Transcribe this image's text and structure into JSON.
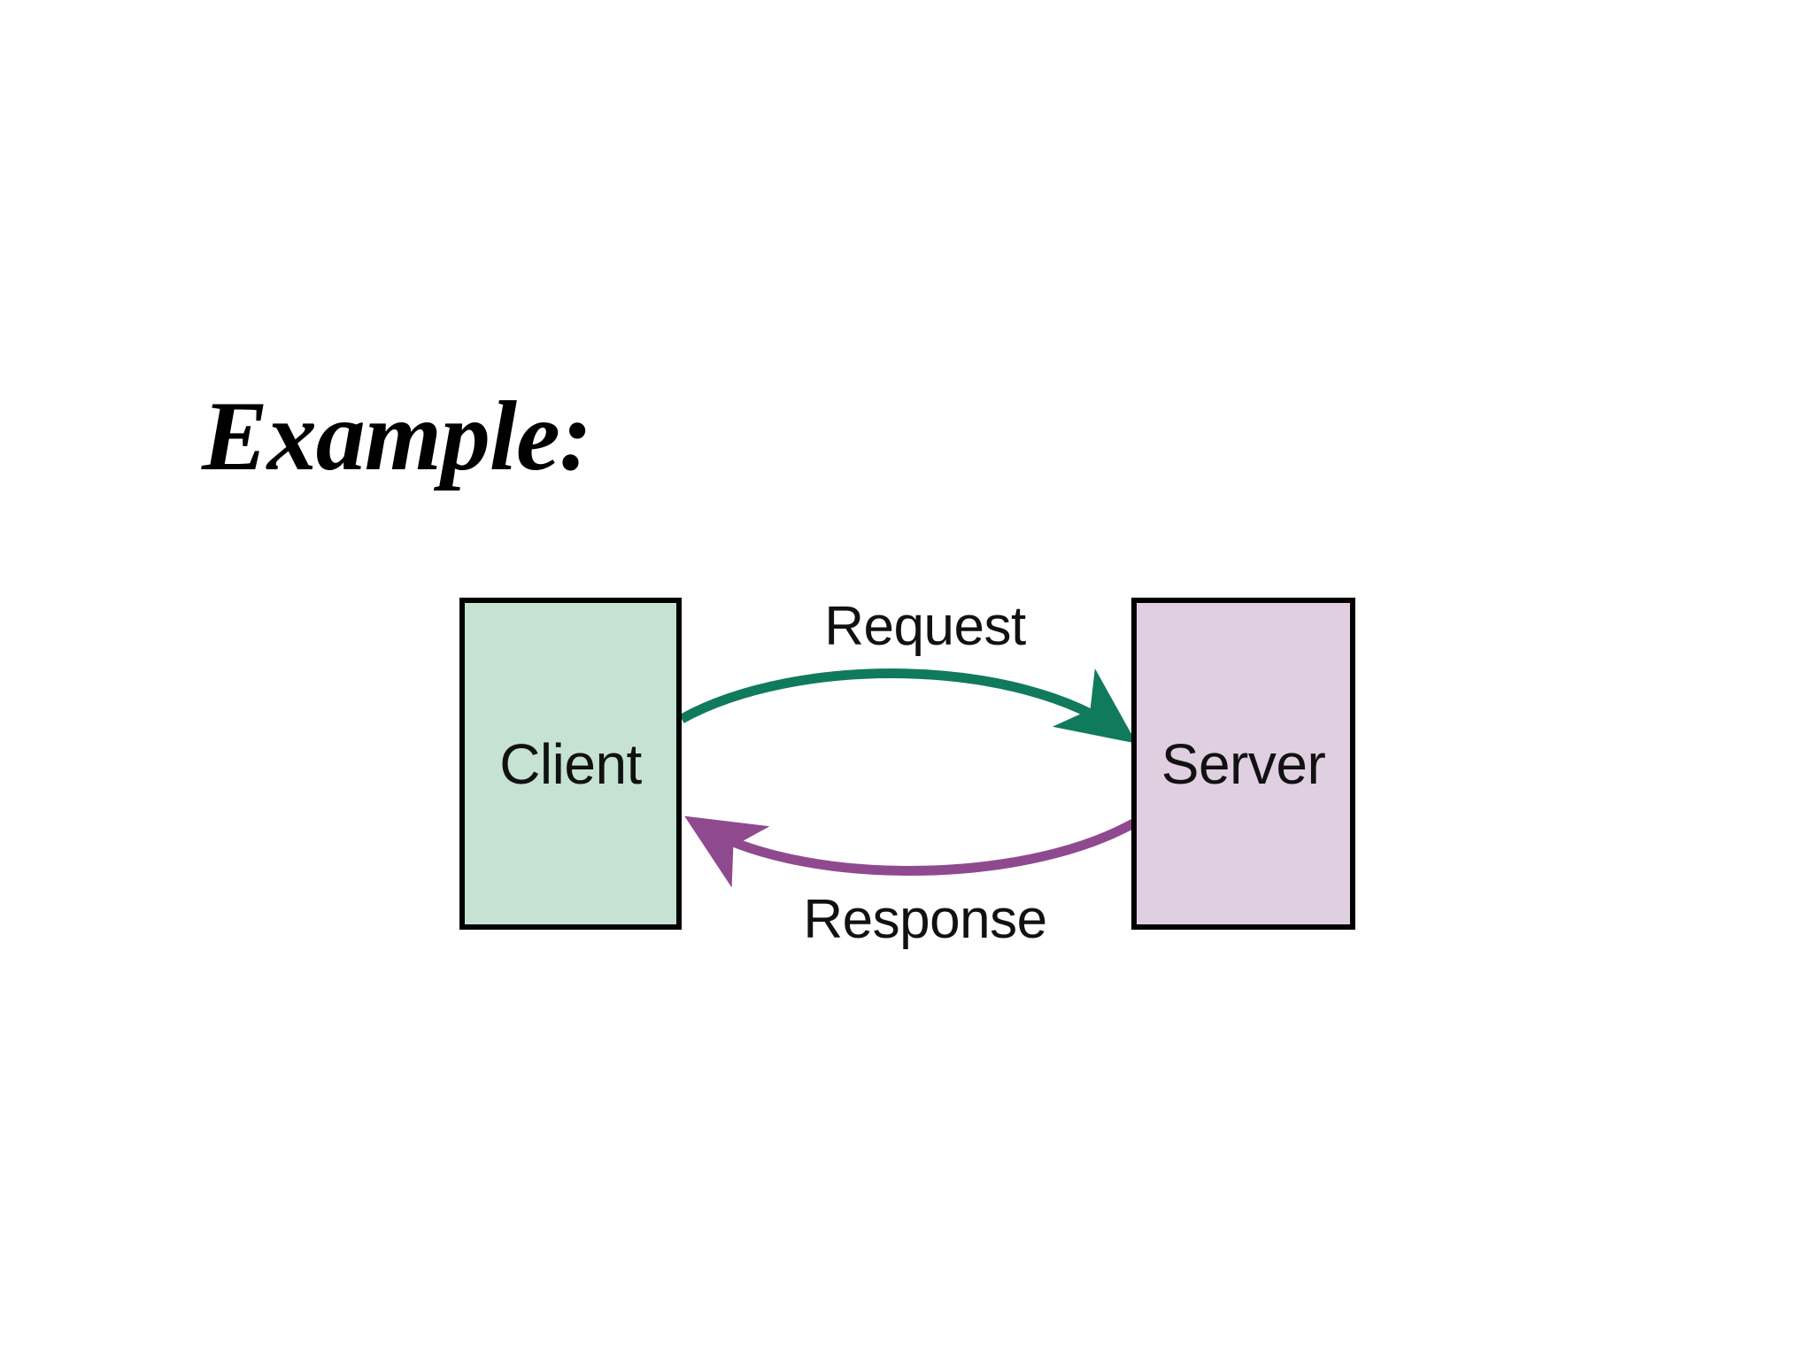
{
  "slide": {
    "title": "Example:",
    "background_color": "#ffffff"
  },
  "diagram": {
    "type": "sequence-exchange",
    "nodes": [
      {
        "id": "client",
        "label": "Client",
        "fill_color": "#c5e2d3",
        "border_color": "#000000"
      },
      {
        "id": "server",
        "label": "Server",
        "fill_color": "#e0cee1",
        "border_color": "#000000"
      }
    ],
    "edges": [
      {
        "id": "request",
        "label": "Request",
        "from": "client",
        "to": "server",
        "color": "#107a5c",
        "direction": "left-to-right"
      },
      {
        "id": "response",
        "label": "Response",
        "from": "server",
        "to": "client",
        "color": "#8f4a8f",
        "direction": "right-to-left"
      }
    ]
  }
}
